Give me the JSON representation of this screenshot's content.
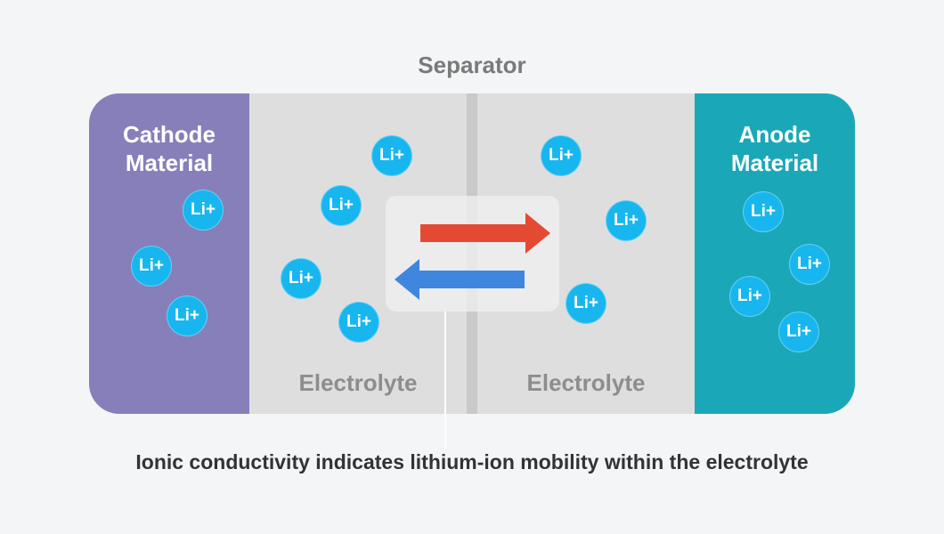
{
  "separator_title": "Separator",
  "cathode": {
    "label_line1": "Cathode",
    "label_line2": "Material",
    "color": "#877fba"
  },
  "anode": {
    "label_line1": "Anode",
    "label_line2": "Material",
    "color": "#1aa8b8"
  },
  "electrolyte_left": {
    "label": "Electrolyte"
  },
  "electrolyte_right": {
    "label": "Electrolyte"
  },
  "ion_label": "Li+",
  "arrows": {
    "right_color": "#e44a33",
    "left_color": "#3f86de"
  },
  "caption": "Ionic conductivity indicates lithium-ion mobility within the electrolyte"
}
